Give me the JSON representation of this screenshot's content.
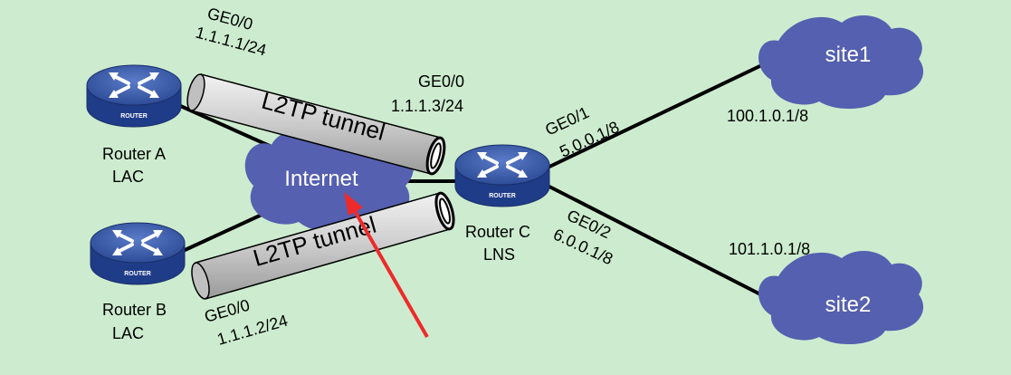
{
  "routers": {
    "a": {
      "name": "Router A",
      "role": "LAC",
      "badge": "ROUTER"
    },
    "b": {
      "name": "Router B",
      "role": "LAC",
      "badge": "ROUTER"
    },
    "c": {
      "name": "Router C",
      "role": "LNS",
      "badge": "ROUTER"
    }
  },
  "clouds": {
    "internet": "Internet",
    "site1": "site1",
    "site2": "site2"
  },
  "tunnels": {
    "upper": "L2TP tunnel",
    "lower": "L2TP tunnel"
  },
  "interfaces": {
    "a_if": "GE0/0",
    "a_ip": "1.1.1.1/24",
    "c_ge00": "GE0/0",
    "c_ge00_ip": "1.1.1.3/24",
    "c_ge01": "GE0/1",
    "c_ge01_ip": "5.0.0.1/8",
    "c_ge02": "GE0/2",
    "c_ge02_ip": "6.0.0.1/8",
    "b_if": "GE0/0",
    "b_ip": "1.1.1.2/24"
  },
  "networks": {
    "site1_net": "100.1.0.1/8",
    "site2_net": "101.1.0.1/8"
  },
  "colors": {
    "background": "#cdeccf",
    "cloud": "#5560b0",
    "router": "#3a58a8",
    "tunnel": "#c8c8c8",
    "arrow": "#ee2a2a"
  }
}
